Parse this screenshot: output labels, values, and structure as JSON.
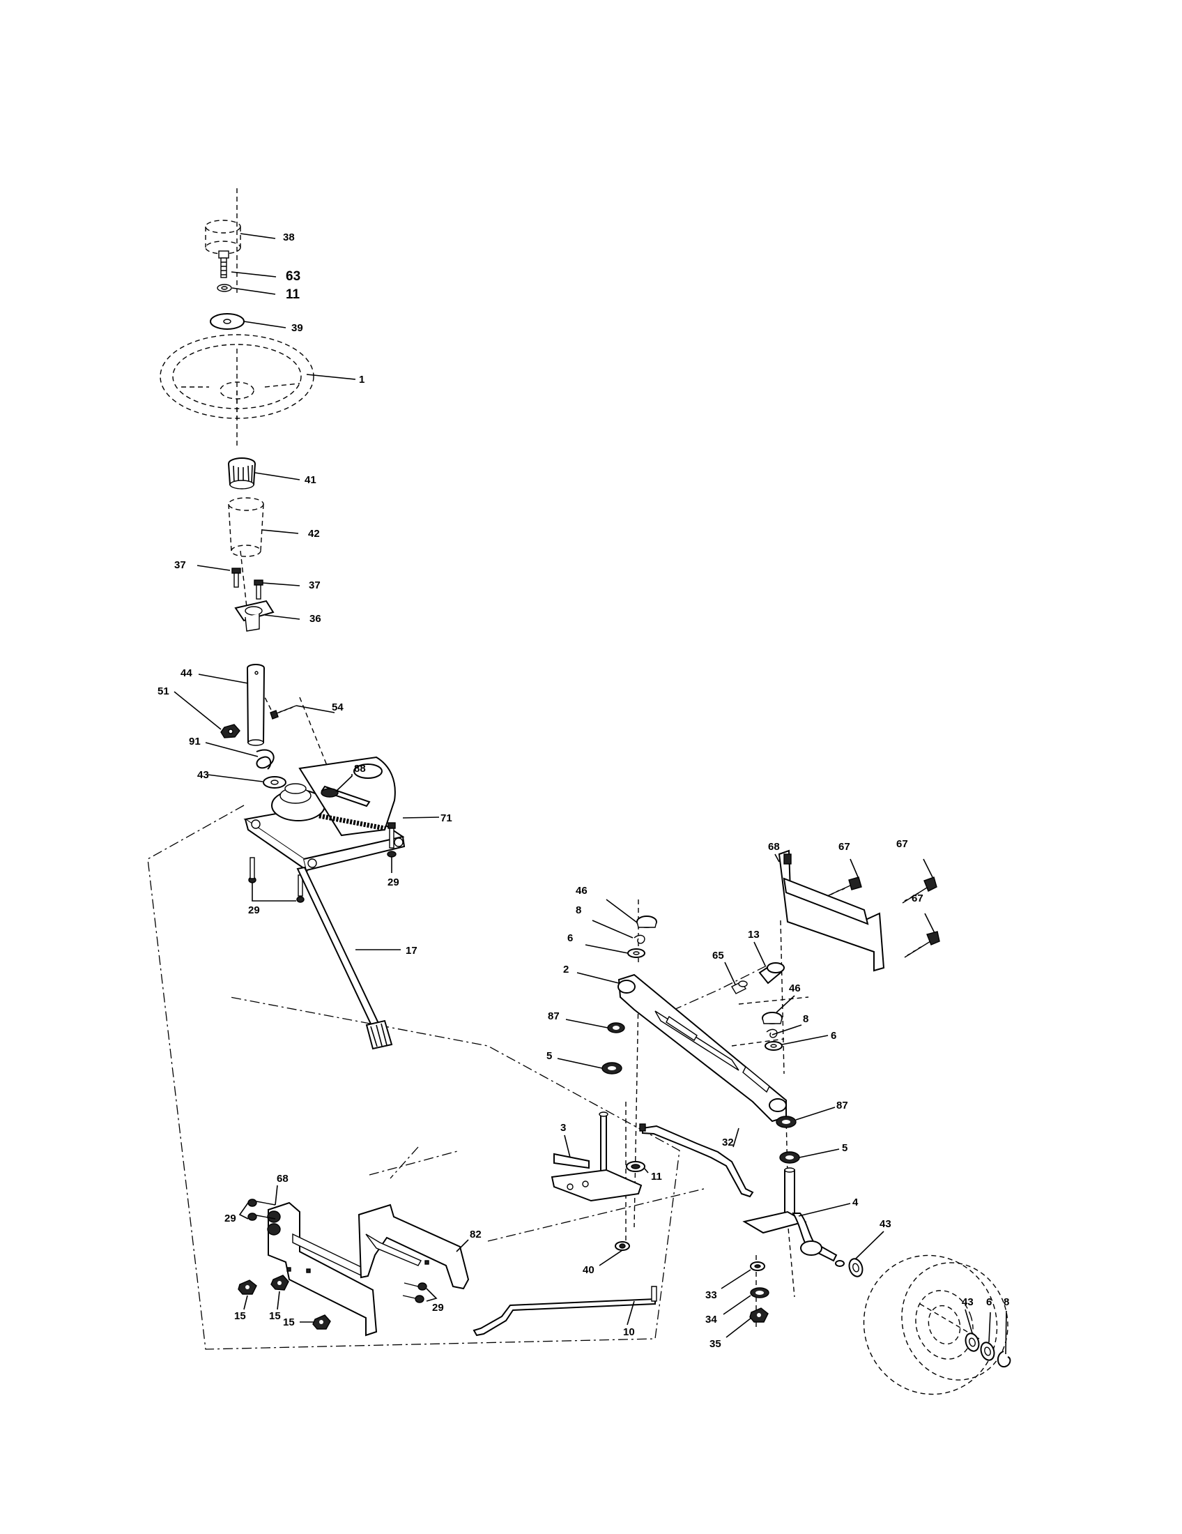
{
  "labels": {
    "p38": "38",
    "p63": "63",
    "p11_top": "11",
    "p39": "39",
    "p1": "1",
    "p41": "41",
    "p42": "42",
    "p37_left": "37",
    "p37_right": "37",
    "p36": "36",
    "p44": "44",
    "p54": "54",
    "p51": "51",
    "p91": "91",
    "p88": "88",
    "p43_left": "43",
    "p71": "71",
    "p29_right": "29",
    "p29_left": "29",
    "p17": "17",
    "p68_top": "68",
    "p67_a": "67",
    "p67_b": "67",
    "p67_c": "67",
    "p46_left": "46",
    "p8_left": "8",
    "p6_left": "6",
    "p13": "13",
    "p65": "65",
    "p46_right": "46",
    "p8_right": "8",
    "p6_right": "6",
    "p2": "2",
    "p87_left": "87",
    "p5_left": "5",
    "p87_right": "87",
    "p5_right": "5",
    "p3": "3",
    "p32": "32",
    "p11_mid": "11",
    "p4": "4",
    "p40": "40",
    "p43_wheel_a": "43",
    "p43_wheel_b": "43",
    "p6_wheel": "6",
    "p8_wheel": "8",
    "p33": "33",
    "p34": "34",
    "p35": "35",
    "p10": "10",
    "p68_bottom": "68",
    "p29_bl_a": "29",
    "p29_bl_b": "29",
    "p82": "82",
    "p15_a": "15",
    "p15_b": "15",
    "p15_c": "15"
  }
}
